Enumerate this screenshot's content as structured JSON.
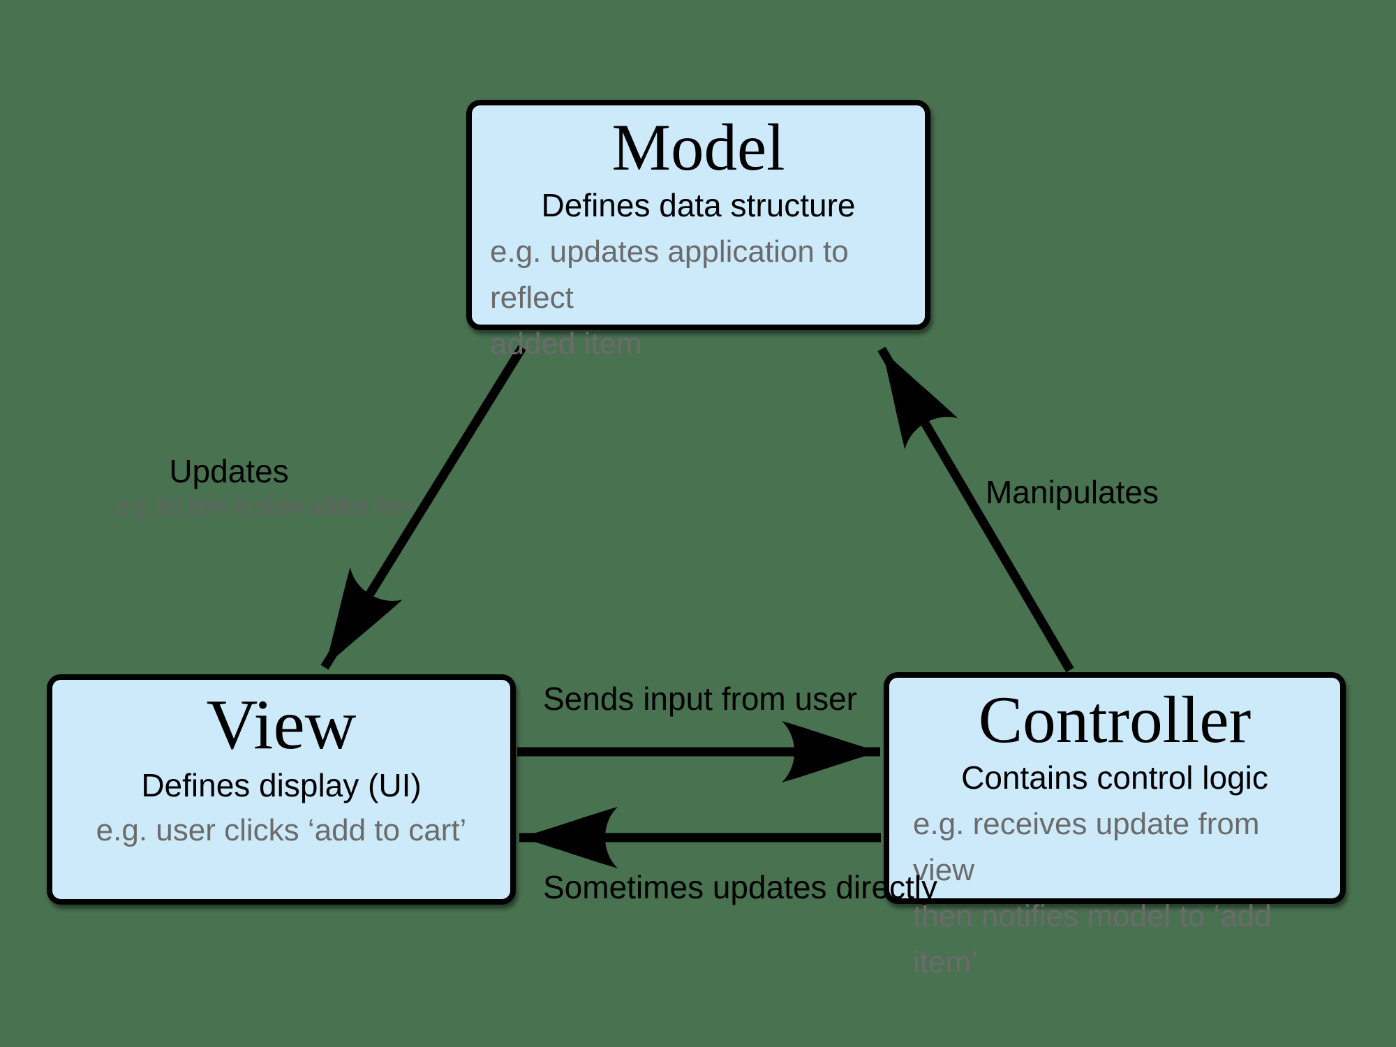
{
  "diagram": {
    "name": "Model-View-Controller diagram",
    "colors": {
      "background": "#487250",
      "box_fill": "#CDEAFB",
      "box_border": "#000000",
      "text_primary": "#000000",
      "text_secondary": "#6B6B6B"
    },
    "nodes": {
      "model": {
        "title": "Model",
        "subtitle": "Defines data structure",
        "example_line1": "e.g. updates application to reflect",
        "example_line2": "added item"
      },
      "view": {
        "title": "View",
        "subtitle": "Defines display (UI)",
        "example_line1": "e.g. user clicks ‘add to cart’"
      },
      "controller": {
        "title": "Controller",
        "subtitle": "Contains control logic",
        "example_line1": "e.g. receives update from view",
        "example_line2": "then notifies model to ‘add item’"
      }
    },
    "edges": {
      "model_to_view": {
        "label": "Updates",
        "sublabel": "e.g. list item to show added item"
      },
      "controller_to_model": {
        "label": "Manipulates"
      },
      "view_to_controller": {
        "label": "Sends input from user"
      },
      "controller_to_view": {
        "label": "Sometimes updates directly"
      }
    }
  }
}
